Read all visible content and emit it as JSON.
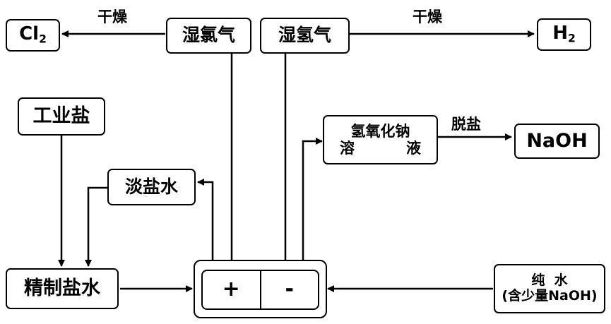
{
  "products": {
    "cl2": {
      "main": "Cl",
      "sub": "2"
    },
    "h2": {
      "main": "H",
      "sub": "2"
    },
    "naoh": "NaOH"
  },
  "wet_gas_anode": "湿氯气",
  "wet_gas_cathode": "湿氢气",
  "dry_label_left": "干燥",
  "dry_label_right": "干燥",
  "industrial_salt": "工业盐",
  "dilute_brine": "淡盐水",
  "refined_brine": "精制盐水",
  "naoh_solution": {
    "line1": "氢氧化钠",
    "line2_left": "溶",
    "line2_right": "液"
  },
  "desalt_label": "脱盐",
  "pure_water": {
    "line1": "纯  水",
    "line2": "(含少量NaOH)"
  },
  "electrolyzer": {
    "anode": "+",
    "cathode": "-"
  }
}
